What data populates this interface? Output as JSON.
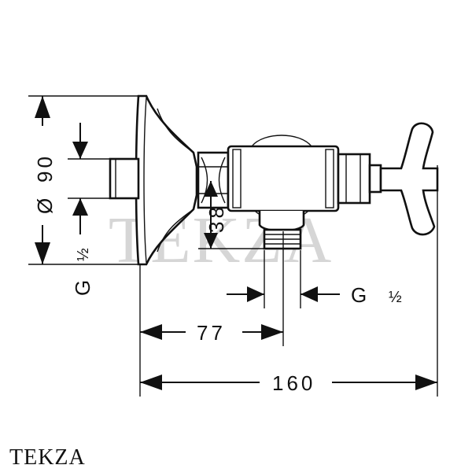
{
  "watermark": "TEKZA",
  "brand": "TEKZA",
  "dimensions": {
    "diameter_symbol": "Ø",
    "diameter_value": "90",
    "inlet_thread": "G",
    "inlet_thread_size": "½",
    "outlet_depth": "38",
    "outlet_thread": "G",
    "outlet_thread_size": "½",
    "offset": "77",
    "overall_length": "160"
  }
}
